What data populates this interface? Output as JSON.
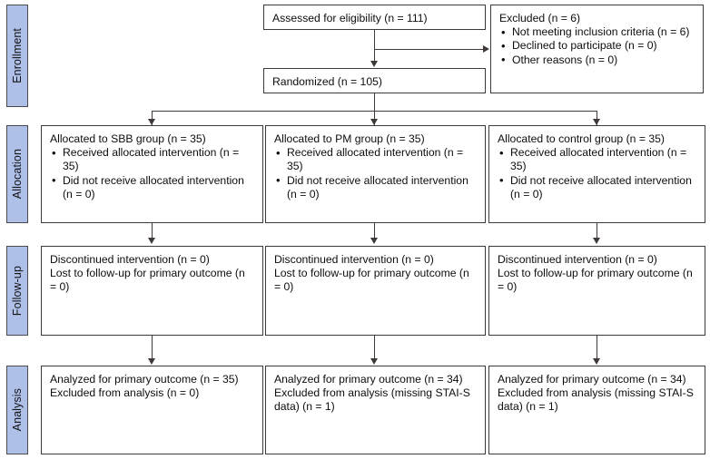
{
  "diagram": {
    "type": "CONSORT participant flow diagram",
    "accent_color": "#aebfe8",
    "border_color": "#3a3a3a",
    "line_color": "#3f3a38",
    "background": "#ffffff"
  },
  "stages": [
    {
      "label": "Enrollment"
    },
    {
      "label": "Allocation"
    },
    {
      "label": "Follow-up"
    },
    {
      "label": "Analysis"
    }
  ],
  "enrollment": {
    "assessed": {
      "line1": "Assessed for eligibility (n = 111)"
    },
    "randomized": {
      "line1": "Randomized (n = 105)"
    },
    "excluded": {
      "heading": "Excluded (n = 6)",
      "bullets": [
        "Not meeting inclusion criteria (n = 6)",
        "Declined to participate (n = 0)",
        "Other reasons (n = 0)"
      ]
    }
  },
  "allocation": [
    {
      "heading": "Allocated to SBB group (n = 35)",
      "bullets": [
        "Received allocated intervention (n = 35)",
        "Did not receive allocated intervention (n = 0)"
      ]
    },
    {
      "heading": "Allocated to PM group (n = 35)",
      "bullets": [
        "Received allocated intervention (n = 35)",
        "Did not receive allocated intervention (n = 0)"
      ]
    },
    {
      "heading": "Allocated to control group (n = 35)",
      "bullets": [
        "Received allocated intervention (n = 35)",
        "Did not receive allocated intervention (n = 0)"
      ]
    }
  ],
  "followup": [
    {
      "line1": "Discontinued intervention (n = 0)",
      "line2": "Lost to follow-up for primary outcome (n = 0)"
    },
    {
      "line1": "Discontinued intervention (n = 0)",
      "line2": "Lost to follow-up for primary outcome (n = 0)"
    },
    {
      "line1": "Discontinued intervention (n = 0)",
      "line2": "Lost to follow-up for primary outcome (n = 0)"
    }
  ],
  "analysis": [
    {
      "line1": "Analyzed for primary outcome (n = 35)",
      "line2": "Excluded from analysis (n = 0)"
    },
    {
      "line1": "Analyzed for primary outcome (n = 34)",
      "line2": "Excluded from analysis (missing STAI-S data) (n = 1)"
    },
    {
      "line1": "Analyzed for primary outcome (n = 34)",
      "line2": "Excluded from analysis (missing STAI-S data) (n = 1)"
    }
  ]
}
